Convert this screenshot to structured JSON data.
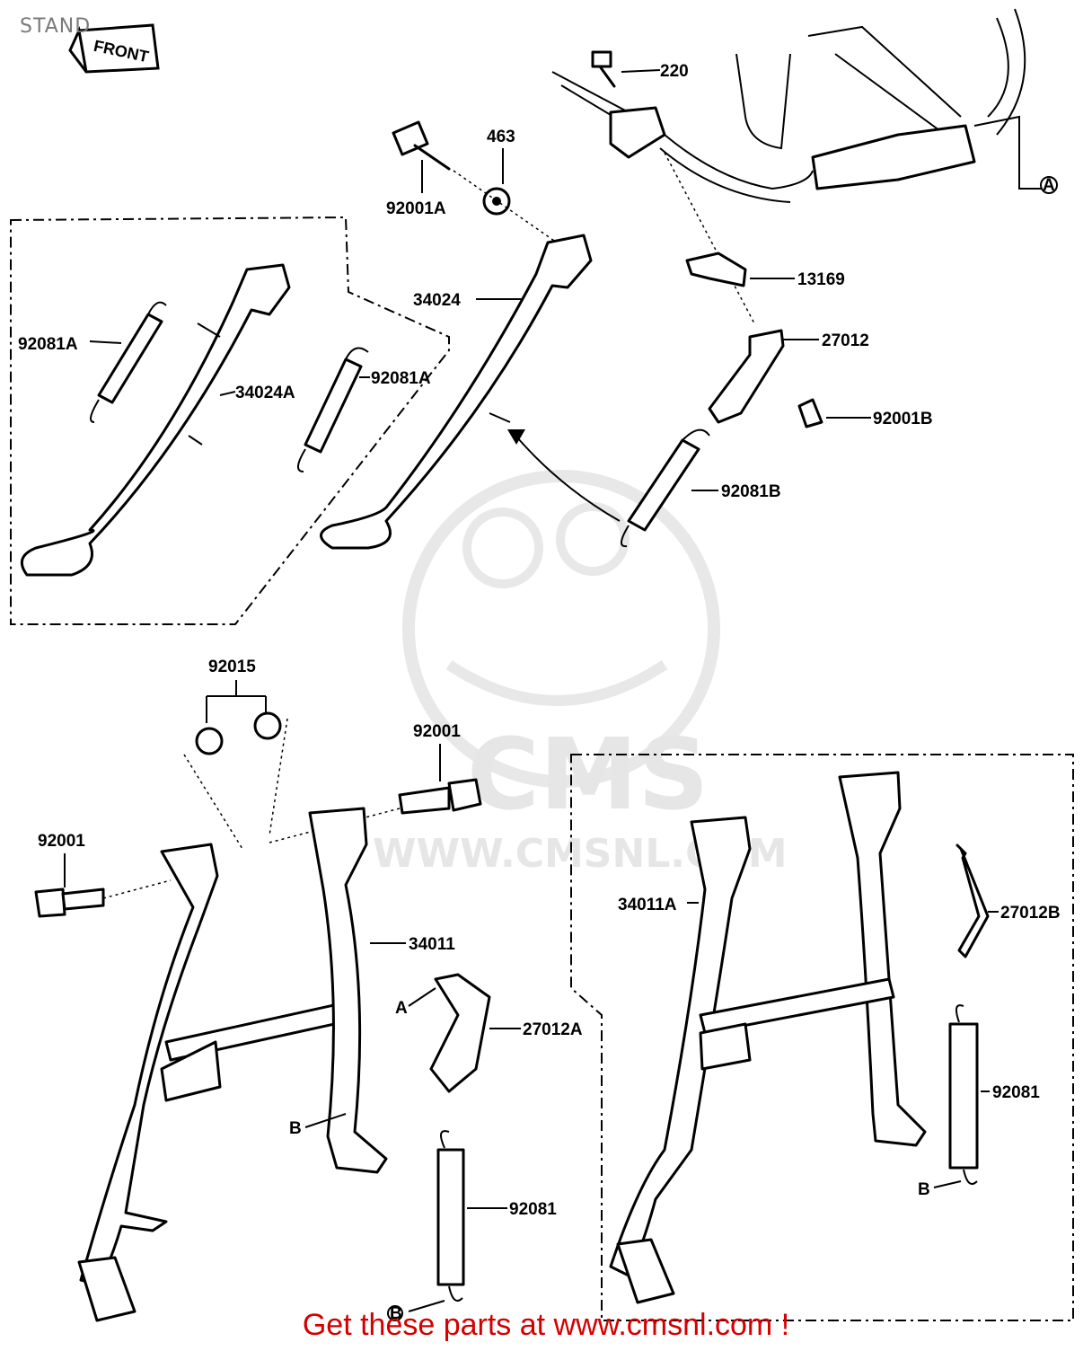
{
  "title": "STAND",
  "front_label": "FRONT",
  "footer": "Get these parts at www.cmsnl.com !",
  "watermark": {
    "brand": "CMS",
    "url": "WWW.CMSNL.COM"
  },
  "parts": {
    "p220": "220",
    "p463": "463",
    "p92001A": "92001A",
    "pA_top": "A",
    "p13169": "13169",
    "p34024": "34024",
    "p27012": "27012",
    "p92081A_left": "92081A",
    "p92081A_right": "92081A",
    "p34024A": "34024A",
    "p92001B": "92001B",
    "p92081B": "92081B",
    "p92015": "92015",
    "p92001_mid": "92001",
    "p92001_left": "92001",
    "p34011": "34011",
    "pA_mid": "A",
    "p27012A": "27012A",
    "pB_mid": "B",
    "p92081_mid": "92081",
    "pB_bottom": "B",
    "p34011A": "34011A",
    "p27012B": "27012B",
    "p92081_right": "92081",
    "pB_right": "B"
  }
}
